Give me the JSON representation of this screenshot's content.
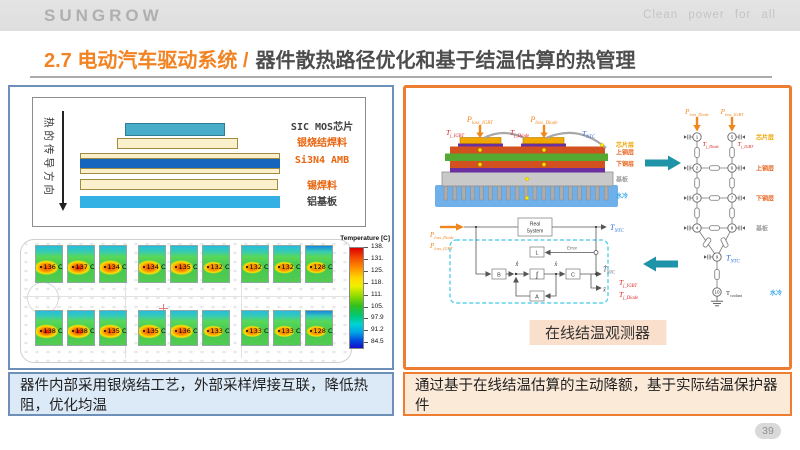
{
  "header": {
    "logo": "SUNGROW",
    "slogan": "Clean power for all"
  },
  "title": {
    "section": "2.7 电动汽车驱动系统 /",
    "subtitle": "器件散热路径优化和基于结温估算的热管理"
  },
  "colors": {
    "accent_orange": "#f28322",
    "left_panel_border": "#6d8fb8",
    "right_panel_border": "#ed7d31",
    "teal_arrow": "#1f93a8"
  },
  "left_panel": {
    "stack_diagram": {
      "direction_label": "热的传导方向",
      "layer_labels": [
        {
          "text": "SIC MOS芯片",
          "color": "#3f3f3f"
        },
        {
          "text": "银烧结焊料",
          "color": "#e8650e"
        },
        {
          "text": "Si3N4 AMB",
          "color": "#e8650e"
        },
        {
          "text": "锡焊料",
          "color": "#e8650e"
        },
        {
          "text": "铝基板",
          "color": "#3f3f3f"
        }
      ]
    },
    "thermal_map": {
      "colorbar_title": "Temperature [C]",
      "colorbar_ticks": [
        "138.",
        "131.",
        "125.",
        "118.",
        "111.",
        "105.",
        "97.9",
        "91.2",
        "84.5"
      ],
      "rows": [
        [
          "136 C",
          "137 C",
          "134 C",
          "134 C",
          "135 C",
          "132 C",
          "132 C",
          "132 C",
          "128 C"
        ],
        [
          "138 C",
          "138 C",
          "135 C",
          "135 C",
          "136 C",
          "133 C",
          "133 C",
          "133 C",
          "128 C"
        ]
      ]
    },
    "caption": "器件内部采用银烧结工艺，外部采样焊接互联，降低热阻，优化均温"
  },
  "right_panel": {
    "module": {
      "p_loss_igbt": "P_loss_IGBT",
      "p_loss_diode": "P_loss_Diode",
      "t_j_igbt": "T_j_IGBT",
      "t_j_diode": "T_j_Diode",
      "t_ntc": "T_NTC",
      "layer_labels": [
        {
          "text": "芯片层",
          "color": "#efa400"
        },
        {
          "text": "上铜层",
          "color": "#e8641e"
        },
        {
          "text": "下铜层",
          "color": "#e8641e"
        },
        {
          "text": "基板",
          "color": "#9e9e9e"
        },
        {
          "text": "水冷",
          "color": "#35a8e8"
        }
      ]
    },
    "network": {
      "p_loss_diode": "P_loss_Diode",
      "p_loss_igbt": "P_loss_IGBT",
      "t_j_diode": "T_j_Diode",
      "t_j_igbt": "T_j_IGBT",
      "t_ntc": "T_NTC",
      "t_coolant": "T_coolant",
      "nodes": [
        "1",
        "2",
        "3",
        "4",
        "5",
        "6",
        "7",
        "8",
        "9",
        "10"
      ],
      "row_labels": [
        {
          "text": "芯片层",
          "color": "#efa400"
        },
        {
          "text": "上铜层",
          "color": "#e8641e"
        },
        {
          "text": "下铜层",
          "color": "#e8641e"
        },
        {
          "text": "基板",
          "color": "#9e9e9e"
        },
        {
          "text": "水冷",
          "color": "#35a8e8"
        }
      ]
    },
    "observer": {
      "p_loss_diode": "P_loss_Diode",
      "p_loss_igbt": "P_loss_IGBT",
      "real_system_line1": "Real",
      "real_system_line2": "System",
      "block_b": "B",
      "block_l": "L",
      "block_int": "∫",
      "block_a": "A",
      "block_c": "C",
      "x_dot": "x̂̇",
      "x_hat": "x̂",
      "error": "Error",
      "t_ntc": "T_NTC",
      "t_ntc_hat": "T̂_NTC",
      "x_hat_out": "x̂",
      "t_j_igbt": "T_j_IGBT",
      "t_j_diode": "T_j_Diode"
    },
    "observer_caption": "在线结温观测器",
    "caption": "通过基于在线结温估算的主动降额，基于实际结温保护器件"
  },
  "page_number": "39"
}
